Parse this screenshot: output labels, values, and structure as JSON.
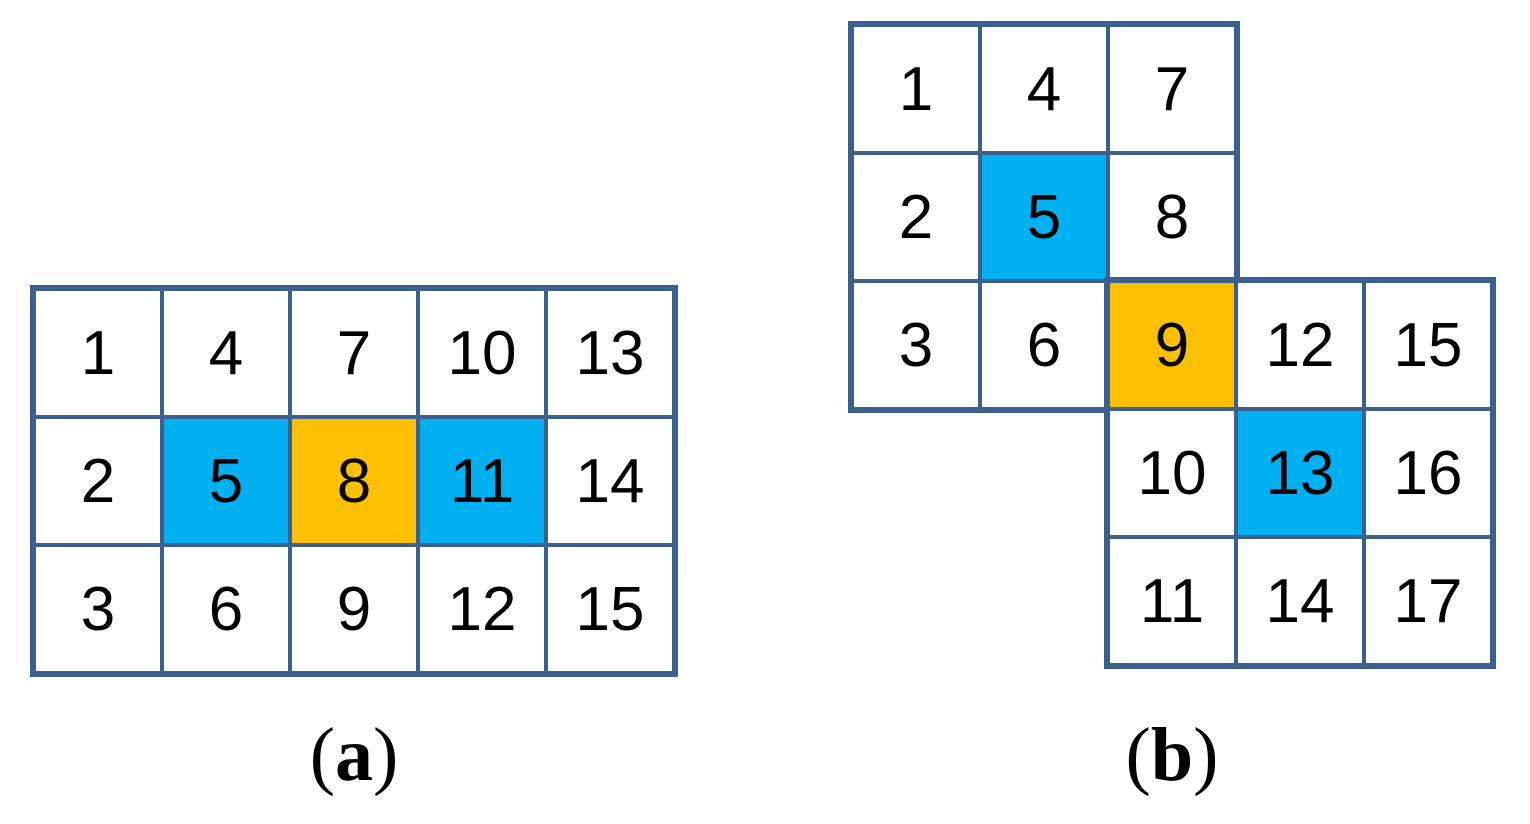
{
  "colors": {
    "highlight_cyan": "#00B0F0",
    "highlight_orange": "#FFC000",
    "grid_border": "#3B608D",
    "cell_background": "#FFFFFF",
    "number_text": "#000000"
  },
  "figure_a": {
    "caption": {
      "open": "(",
      "letter": "a",
      "close": ")"
    },
    "grid": {
      "rows": [
        [
          {
            "v": "1"
          },
          {
            "v": "4"
          },
          {
            "v": "7"
          },
          {
            "v": "10"
          },
          {
            "v": "13"
          }
        ],
        [
          {
            "v": "2"
          },
          {
            "v": "5",
            "bg": "cyan"
          },
          {
            "v": "8",
            "bg": "orange"
          },
          {
            "v": "11",
            "bg": "cyan"
          },
          {
            "v": "14"
          }
        ],
        [
          {
            "v": "3"
          },
          {
            "v": "6"
          },
          {
            "v": "9"
          },
          {
            "v": "12"
          },
          {
            "v": "15"
          }
        ]
      ]
    }
  },
  "figure_b": {
    "caption": {
      "open": "(",
      "letter": "b",
      "close": ")"
    },
    "block1": {
      "rows": [
        [
          {
            "v": "1"
          },
          {
            "v": "4"
          },
          {
            "v": "7"
          }
        ],
        [
          {
            "v": "2"
          },
          {
            "v": "5",
            "bg": "cyan"
          },
          {
            "v": "8"
          }
        ],
        [
          {
            "v": "3"
          },
          {
            "v": "6"
          },
          {
            "v": "9",
            "bg": "orange"
          }
        ]
      ]
    },
    "block2": {
      "rows": [
        [
          {
            "v": "9",
            "bg": "orange"
          },
          {
            "v": "12"
          },
          {
            "v": "15"
          }
        ],
        [
          {
            "v": "10"
          },
          {
            "v": "13",
            "bg": "cyan"
          },
          {
            "v": "16"
          }
        ],
        [
          {
            "v": "11"
          },
          {
            "v": "14"
          },
          {
            "v": "17"
          }
        ]
      ]
    }
  }
}
